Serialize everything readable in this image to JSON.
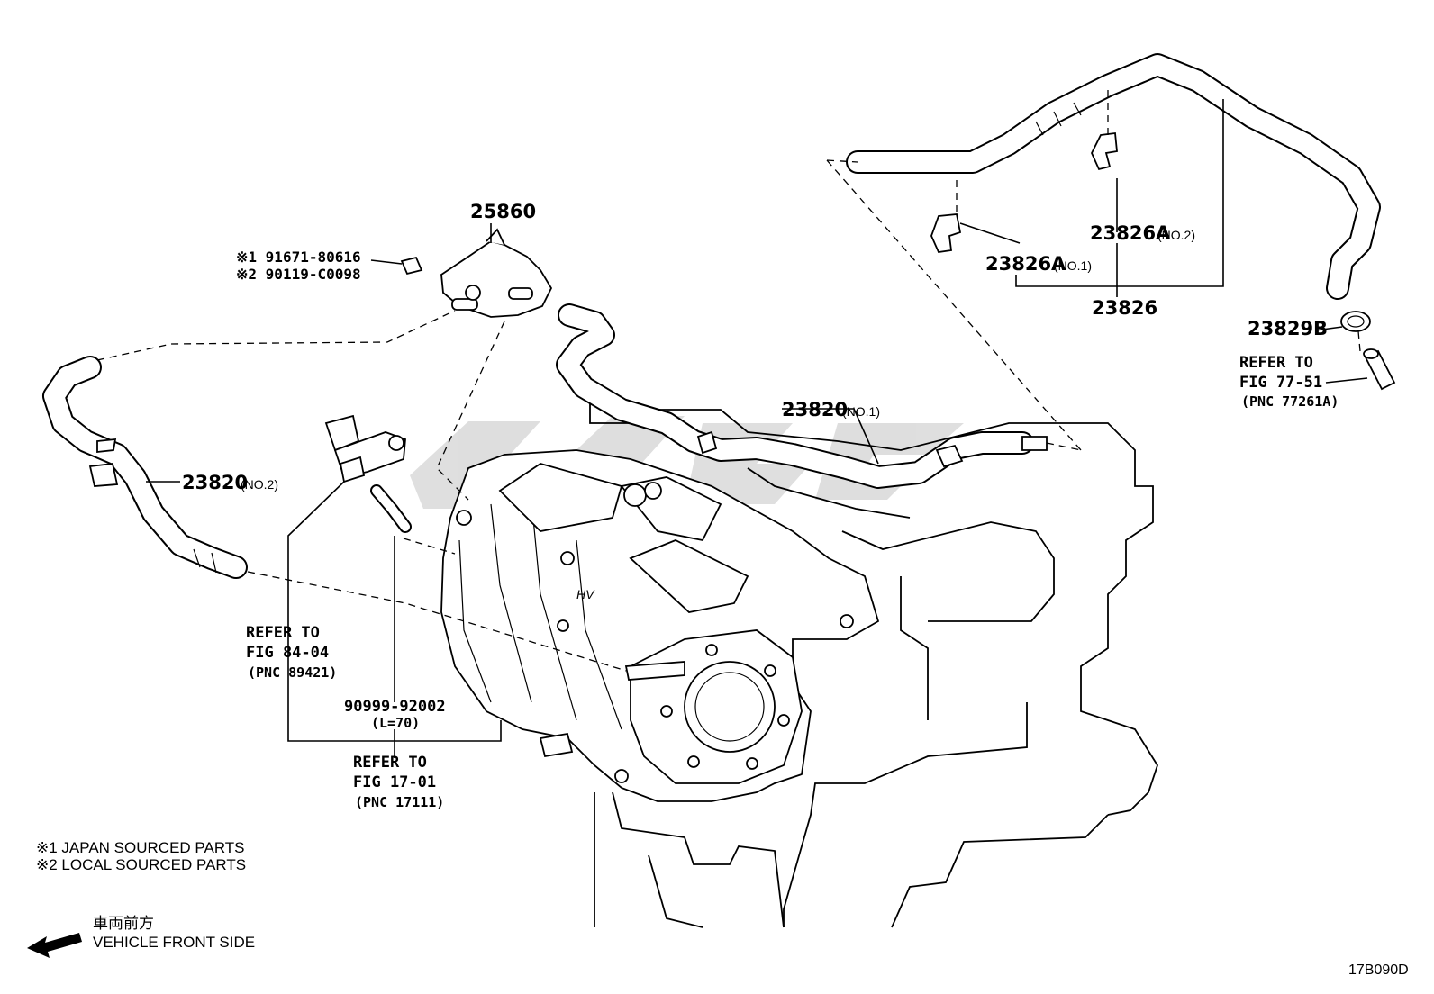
{
  "parts": {
    "p25860": "25860",
    "p91671": "※1 91671-80616",
    "p90119": "※2 90119-C0098",
    "p23820_no2": "23820",
    "p23820_no2_sub": "(NO.2)",
    "p23820_no1": "23820",
    "p23820_no1_sub": "(NO.1)",
    "p23826a_no2": "23826A",
    "p23826a_no2_sub": "(NO.2)",
    "p23826a_no1": "23826A",
    "p23826a_no1_sub": "(NO.1)",
    "p23826": "23826",
    "p23829b": "23829B",
    "p90999": "90999-92002",
    "p90999_sub": "(L=70)"
  },
  "refs": {
    "r77_1": "REFER TO",
    "r77_2": "FIG 77-51",
    "r77_3": "(PNC 77261A)",
    "r84_1": "REFER TO",
    "r84_2": "FIG 84-04",
    "r84_3": "(PNC 89421)",
    "r17_1": "REFER TO",
    "r17_2": "FIG 17-01",
    "r17_3": "(PNC 17111)"
  },
  "notes": {
    "japan": "※1  JAPAN SOURCED PARTS",
    "local": "※2  LOCAL SOURCED PARTS"
  },
  "direction": {
    "jp": "車両前方",
    "en": "VEHICLE FRONT SIDE",
    "icon": "arrow-left-icon"
  },
  "drawing_code": "17B090D",
  "engine_label": "HV"
}
